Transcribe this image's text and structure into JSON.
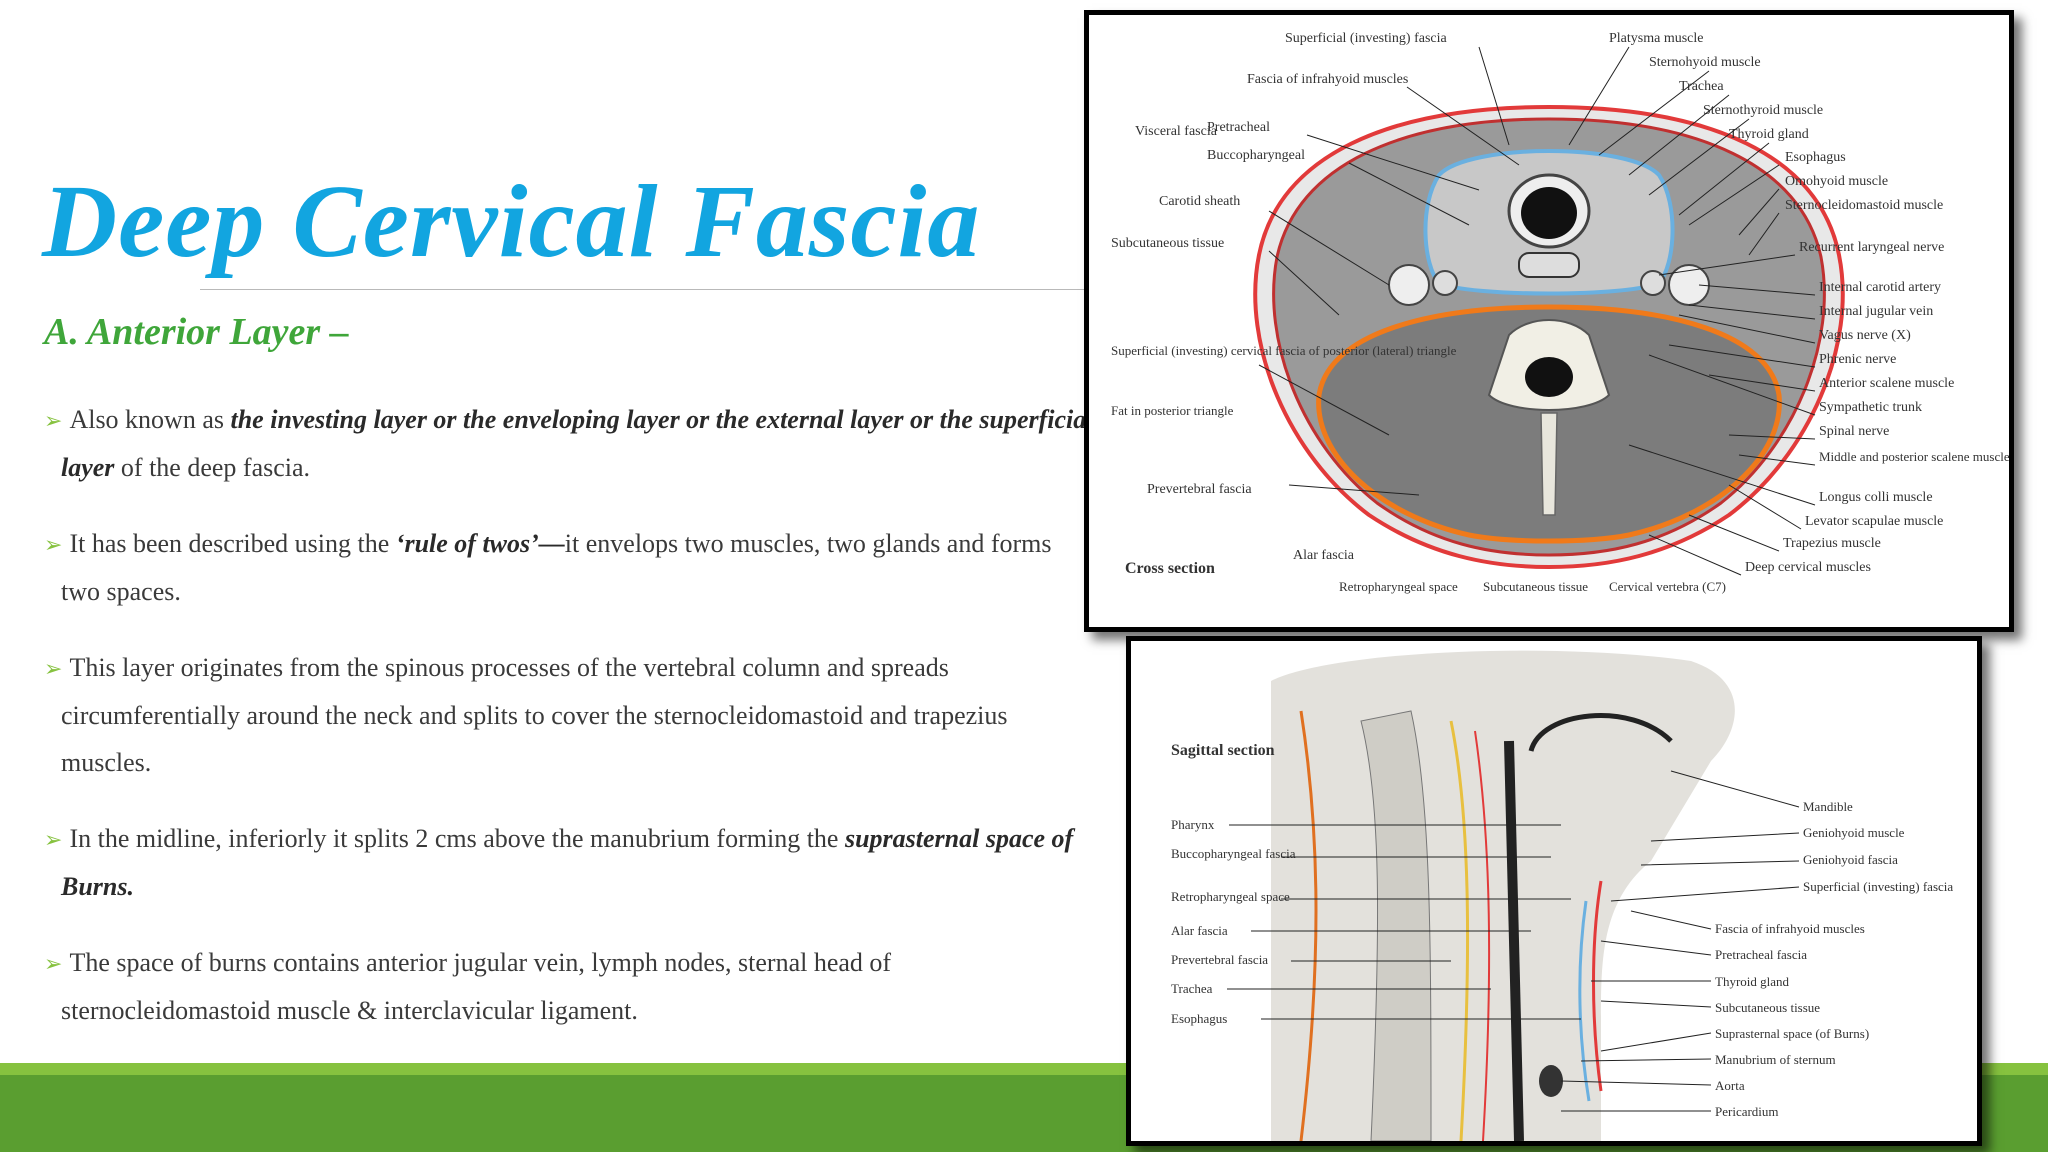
{
  "slide": {
    "title": "Deep Cervical Fascia",
    "subtitle": "A.  Anterior Layer –",
    "bullets": [
      {
        "pre": "Also known as ",
        "em": "the investing layer or the enveloping layer or the external layer or the superficial layer",
        "post": " of the deep fascia."
      },
      {
        "pre": "It has been described using the ",
        "em": "‘rule of twos’—",
        "post": "it envelops two muscles, two glands and forms two spaces."
      },
      {
        "pre": "This layer originates from the spinous processes of the vertebral column and spreads circumferentially around the neck and splits to cover the sternocleidomastoid and trapezius muscles.",
        "em": "",
        "post": ""
      },
      {
        "pre": "In the midline, inferiorly it splits 2 cms above the manubrium forming the ",
        "em": "suprasternal space of Burns.",
        "post": ""
      },
      {
        "pre": "The space of burns contains anterior jugular vein, lymph nodes, sternal head of sternocleidomastoid muscle & interclavicular ligament.",
        "em": "",
        "post": ""
      }
    ]
  },
  "cross_section": {
    "caption": "Cross section",
    "labels_top": [
      "Superficial (investing) fascia",
      "Platysma muscle",
      "Fascia of infrahyoid muscles"
    ],
    "visceral": {
      "group": "Visceral fascia",
      "a": "Pretracheal",
      "b": "Buccopharyngeal"
    },
    "labels_left": [
      "Carotid sheath",
      "Subcutaneous tissue",
      "Superficial (investing) cervical fascia of posterior (lateral) triangle",
      "Fat in posterior triangle",
      "Prevertebral fascia"
    ],
    "labels_right": [
      "Sternohyoid muscle",
      "Trachea",
      "Sternothyroid muscle",
      "Thyroid gland",
      "Esophagus",
      "Omohyoid muscle",
      "Sternocleidomastoid muscle",
      "Recurrent laryngeal nerve",
      "Internal carotid artery",
      "Internal jugular vein",
      "Vagus nerve (X)",
      "Phrenic nerve",
      "Anterior scalene muscle",
      "Sympathetic trunk",
      "Spinal nerve",
      "Middle and posterior scalene muscles",
      "Longus colli muscle",
      "Levator scapulae muscle",
      "Trapezius muscle",
      "Deep cervical muscles"
    ],
    "labels_bottom": [
      "Alar fascia",
      "Retropharyngeal space",
      "Subcutaneous tissue",
      "Cervical vertebra (C7)"
    ]
  },
  "sagittal_section": {
    "caption": "Sagittal section",
    "labels_left": [
      "Pharynx",
      "Buccopharyngeal fascia",
      "Retropharyngeal space",
      "Alar fascia",
      "Prevertebral fascia",
      "Trachea",
      "Esophagus"
    ],
    "labels_right": [
      "Mandible",
      "Geniohyoid muscle",
      "Geniohyoid fascia",
      "Superficial (investing) fascia",
      "Fascia of infrahyoid muscles",
      "Pretracheal fascia",
      "Thyroid gland",
      "Subcutaneous tissue",
      "Suprasternal space (of Burns)",
      "Manubrium of sternum",
      "Aorta",
      "Pericardium"
    ]
  }
}
